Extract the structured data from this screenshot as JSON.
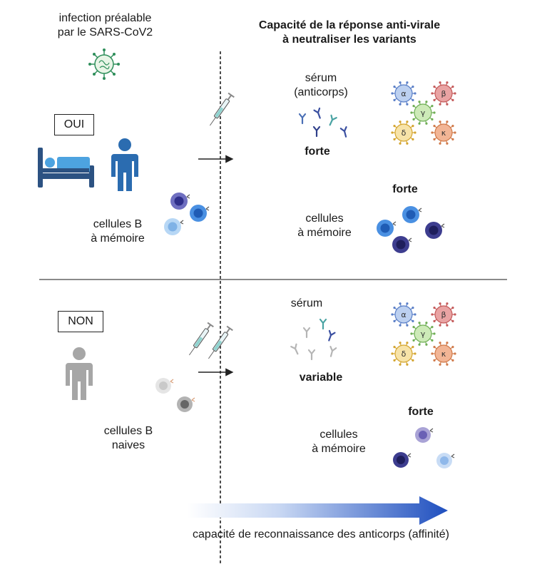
{
  "header": {
    "infection_line1": "infection préalable",
    "infection_line2": "par le SARS-CoV2",
    "title_line1": "Capacité de la réponse anti-virale",
    "title_line2": "à neutraliser les variants"
  },
  "top": {
    "answer": "OUI",
    "cells_label_line1": "cellules B",
    "cells_label_line2": "à mémoire",
    "serum_line1": "sérum",
    "serum_line2": "(anticorps)",
    "serum_strength": "forte",
    "memory_strength": "forte",
    "memory_label_line1": "cellules",
    "memory_label_line2": "à mémoire"
  },
  "bottom": {
    "answer": "NON",
    "cells_label_line1": "cellules B",
    "cells_label_line2": "naives",
    "serum_line1": "sérum",
    "serum_strength": "variable",
    "memory_strength": "forte",
    "memory_label_line1": "cellules",
    "memory_label_line2": "à mémoire"
  },
  "variants": [
    "α",
    "β",
    "γ",
    "δ",
    "κ"
  ],
  "footer": {
    "affinity_label": "capacité de reconnaissance des anticorps (affinité)"
  },
  "colors": {
    "person_top": "#2b6cb0",
    "person_bottom": "#a6a6a6",
    "bed": "#2c5282",
    "arrow_start": "#ffffff",
    "arrow_end": "#1f4fbf",
    "virus_alpha": "#bcd0f0",
    "virus_beta": "#e9a3a3",
    "virus_gamma": "#cdeab8",
    "virus_delta": "#f7e3a8",
    "virus_kappa": "#f2b595"
  }
}
